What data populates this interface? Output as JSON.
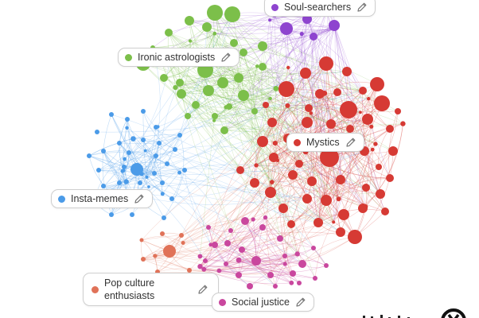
{
  "communities": [
    {
      "id": "soul",
      "label": "Soul-searchers",
      "color": "#8e44cf"
    },
    {
      "id": "ironic",
      "label": "Ironic astrologists",
      "color": "#7cbf4a"
    },
    {
      "id": "mystics",
      "label": "Mystics",
      "color": "#d63a34"
    },
    {
      "id": "insta",
      "label": "Insta-memes",
      "color": "#4b9be8"
    },
    {
      "id": "pop",
      "label": "Pop culture\nenthusiasts",
      "color": "#e07258"
    },
    {
      "id": "social",
      "label": "Social justice",
      "color": "#c9479e"
    }
  ],
  "icons": {
    "edit": "pencil-icon",
    "brand": "brand-logo-icon"
  }
}
